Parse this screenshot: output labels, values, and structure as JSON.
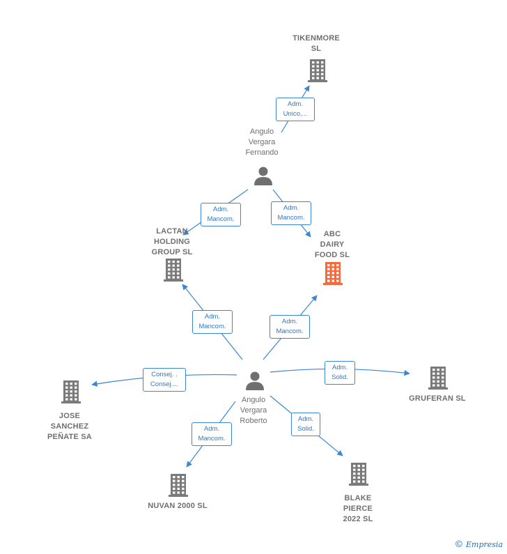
{
  "graph": {
    "companies": [
      {
        "id": "tikenmore",
        "label": "TIKENMORE\nSL",
        "highlight": false
      },
      {
        "id": "abc",
        "label": "ABC\nDAIRY\nFOOD  SL",
        "highlight": true
      },
      {
        "id": "lactan",
        "label": "LACTAN\nHOLDING\nGROUP  SL",
        "highlight": false
      },
      {
        "id": "jose",
        "label": "JOSE\nSANCHEZ\nPEÑATE SA",
        "highlight": false
      },
      {
        "id": "gruferan",
        "label": "GRUFERAN SL",
        "highlight": false
      },
      {
        "id": "nuvan",
        "label": "NUVAN 2000 SL",
        "highlight": false
      },
      {
        "id": "blake",
        "label": "BLAKE\nPIERCE\n2022  SL",
        "highlight": false
      }
    ],
    "persons": [
      {
        "id": "fernando",
        "label": "Angulo\nVergara\nFernando"
      },
      {
        "id": "roberto",
        "label": "Angulo\nVergara\nRoberto"
      }
    ],
    "edges": [
      {
        "from": "fernando",
        "to": "tikenmore",
        "label": "Adm.\nUnico,..."
      },
      {
        "from": "fernando",
        "to": "lactan",
        "label": "Adm.\nMancom."
      },
      {
        "from": "fernando",
        "to": "abc",
        "label": "Adm.\nMancom."
      },
      {
        "from": "roberto",
        "to": "lactan",
        "label": "Adm.\nMancom."
      },
      {
        "from": "roberto",
        "to": "abc",
        "label": "Adm.\nMancom."
      },
      {
        "from": "roberto",
        "to": "jose",
        "label": "Consej. .\nConsej...."
      },
      {
        "from": "roberto",
        "to": "gruferan",
        "label": "Adm.\nSolid."
      },
      {
        "from": "roberto",
        "to": "nuvan",
        "label": "Adm.\nMancom."
      },
      {
        "from": "roberto",
        "to": "blake",
        "label": "Adm.\nSolid."
      }
    ]
  },
  "brand": {
    "copyright": "©",
    "name": "Empresia"
  },
  "colors": {
    "edge": "#3a86d4",
    "building": "#7a7a7a",
    "highlight": "#f26a3d",
    "person": "#6f6f6f"
  }
}
